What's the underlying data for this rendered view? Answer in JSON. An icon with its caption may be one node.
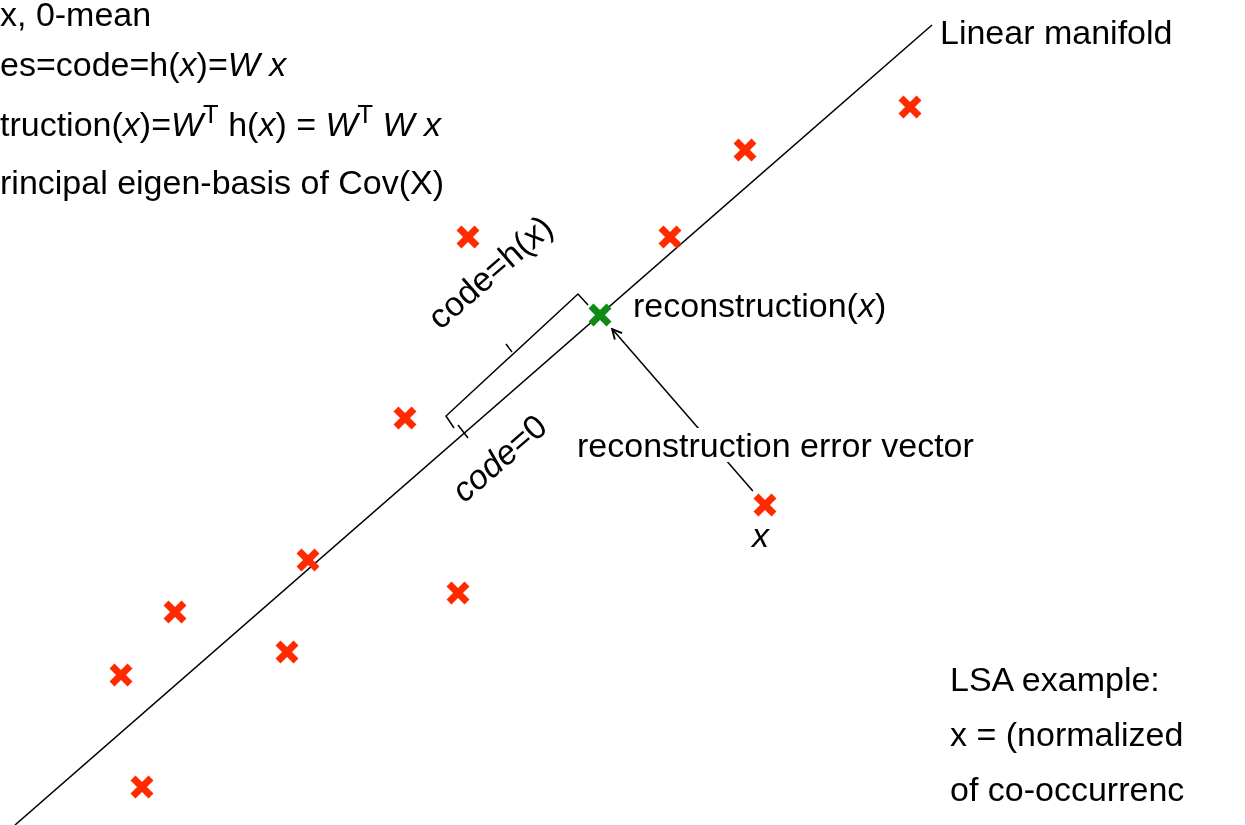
{
  "diagram": {
    "nodes": [
      {
        "text": [],
        "shape": "cross",
        "beside": [
          "x"
        ]
      },
      {
        "text": [],
        "shape": "cross",
        "beside": [
          "reconstruction(*x*)"
        ]
      }
    ],
    "edges": [
      {
        "from": 0,
        "to": 1,
        "arrow": "to",
        "label": "reconstruction error vector"
      }
    ],
    "labels": [
      "x, 0-mean",
      "es=code=h(*x*)=*W x*",
      "truction(*x*)=*W*$^{T}$ h(*x*) = *W*$^{T}$ *W x*",
      "rincipal eigen-basis of Cov(X)",
      "Linear manifold",
      "code=h(*x*)",
      "*code*=0",
      "LSA example:",
      "x = (normalized",
      "of co-occurrenc"
    ]
  }
}
